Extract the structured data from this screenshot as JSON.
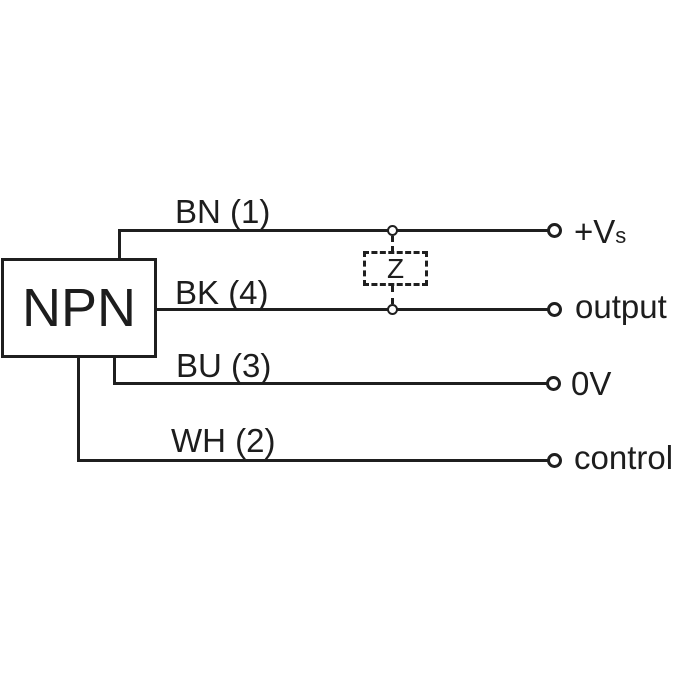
{
  "device_label": "NPN",
  "load_label": "Z",
  "wires": [
    {
      "label": "BN (1)",
      "terminal": "+Vs",
      "terminal_main": "+V",
      "terminal_sub": "s"
    },
    {
      "label": "BK (4)",
      "terminal": "output"
    },
    {
      "label": "BU (3)",
      "terminal": "0V"
    },
    {
      "label": "WH (2)",
      "terminal": "control"
    }
  ],
  "colors": {
    "line": "#1f1f1f",
    "text": "#1d1d1d",
    "background": "#ffffff"
  }
}
